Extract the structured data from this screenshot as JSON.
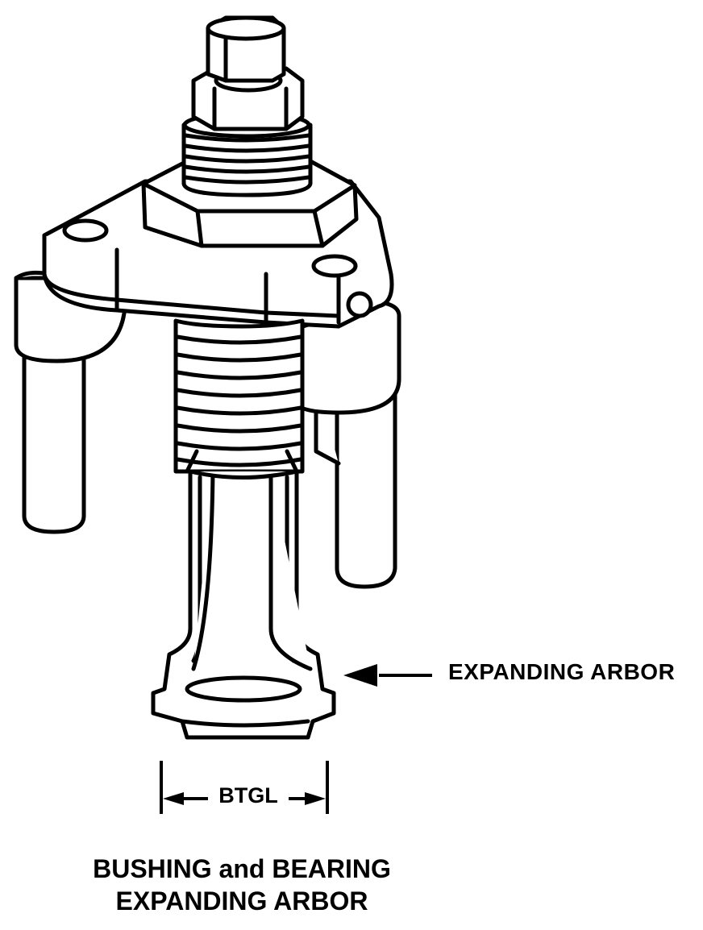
{
  "callout": {
    "label": "EXPANDING ARBOR"
  },
  "dimension": {
    "label": "BTGL"
  },
  "caption": {
    "line1": "BUSHING and BEARING",
    "line2": "EXPANDING ARBOR"
  },
  "colors": {
    "ink": "#000000",
    "paper": "#ffffff"
  }
}
